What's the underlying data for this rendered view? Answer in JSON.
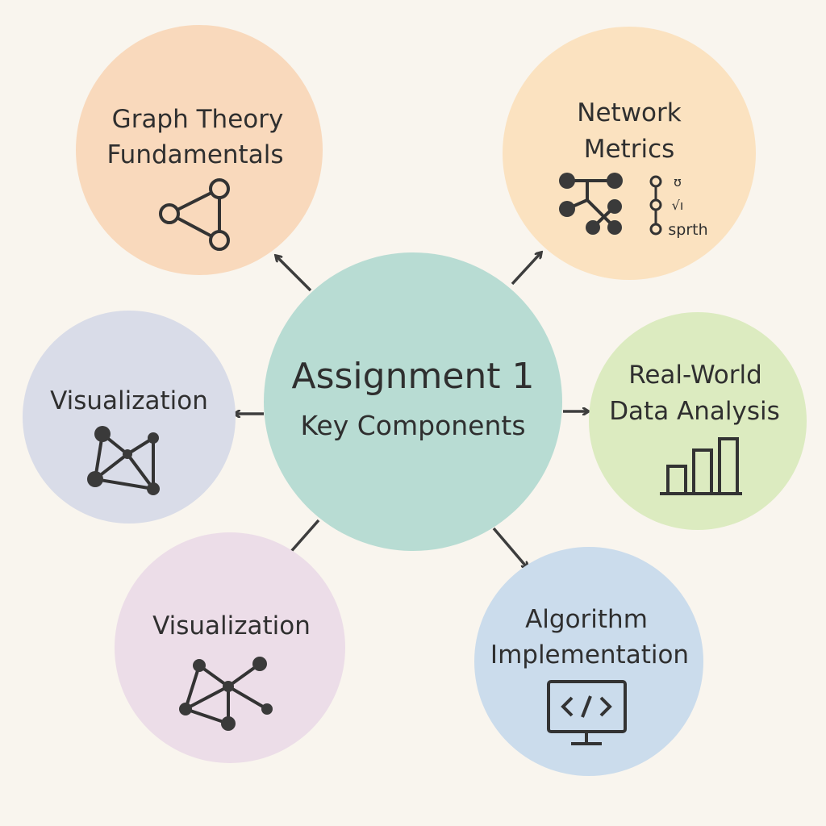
{
  "center": {
    "line1": "Assignment 1",
    "line2": "Key Components"
  },
  "nodes": {
    "graph_theory": {
      "line1": "Graph Theory",
      "line2": "Fundamentals",
      "icon": "triangle-graph-icon"
    },
    "network_metrics": {
      "line1": "Network",
      "line2": "Metrics",
      "icon": "tree-graph-icon",
      "legend_text": "sprth"
    },
    "visualization_left": {
      "line1": "Visualization",
      "icon": "network-graph-icon"
    },
    "real_world": {
      "line1": "Real-World",
      "line2": "Data Analysis",
      "icon": "bar-chart-icon"
    },
    "visualization_bottom": {
      "line1": "Visualization",
      "icon": "network-graph-icon"
    },
    "algorithm": {
      "line1": "Algorithm",
      "line2": "Implementation",
      "icon": "code-monitor-icon"
    }
  },
  "colors": {
    "background": "#f9f5ee",
    "center": "#b8dcd3",
    "graph_theory": "#f9d9bc",
    "network_metrics": "#fbe2c0",
    "visualization_left": "#d9dce8",
    "real_world": "#dcebc0",
    "visualization_bottom": "#ecdde8",
    "algorithm": "#cbdcec"
  }
}
